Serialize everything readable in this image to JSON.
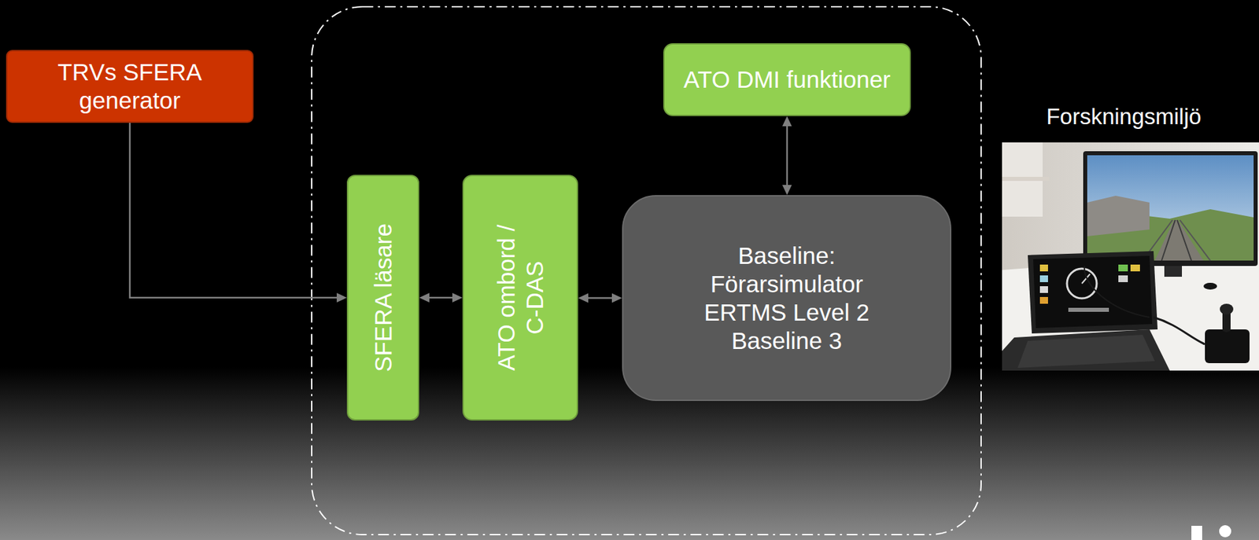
{
  "diagram": {
    "nodes": [
      {
        "text": [
          "TRVs SFERA generator"
        ]
      },
      {
        "text": [
          "SFERA läsare"
        ]
      },
      {
        "text": [
          "ATO ombord / C-DAS"
        ]
      },
      {
        "text": [
          "ATO DMI funktioner"
        ]
      },
      {
        "text": [
          "Baseline: Förarsimulator ERTMS Level 2 Baseline 3"
        ]
      }
    ],
    "edges": [
      {
        "from": 0,
        "to": 1,
        "arrow": "to"
      },
      {
        "from": 1,
        "to": 2,
        "arrow": "both"
      },
      {
        "from": 2,
        "to": 4,
        "arrow": "both"
      },
      {
        "from": 3,
        "to": 4,
        "arrow": "both"
      }
    ],
    "labels": [
      "Forskningsmiljö"
    ]
  }
}
